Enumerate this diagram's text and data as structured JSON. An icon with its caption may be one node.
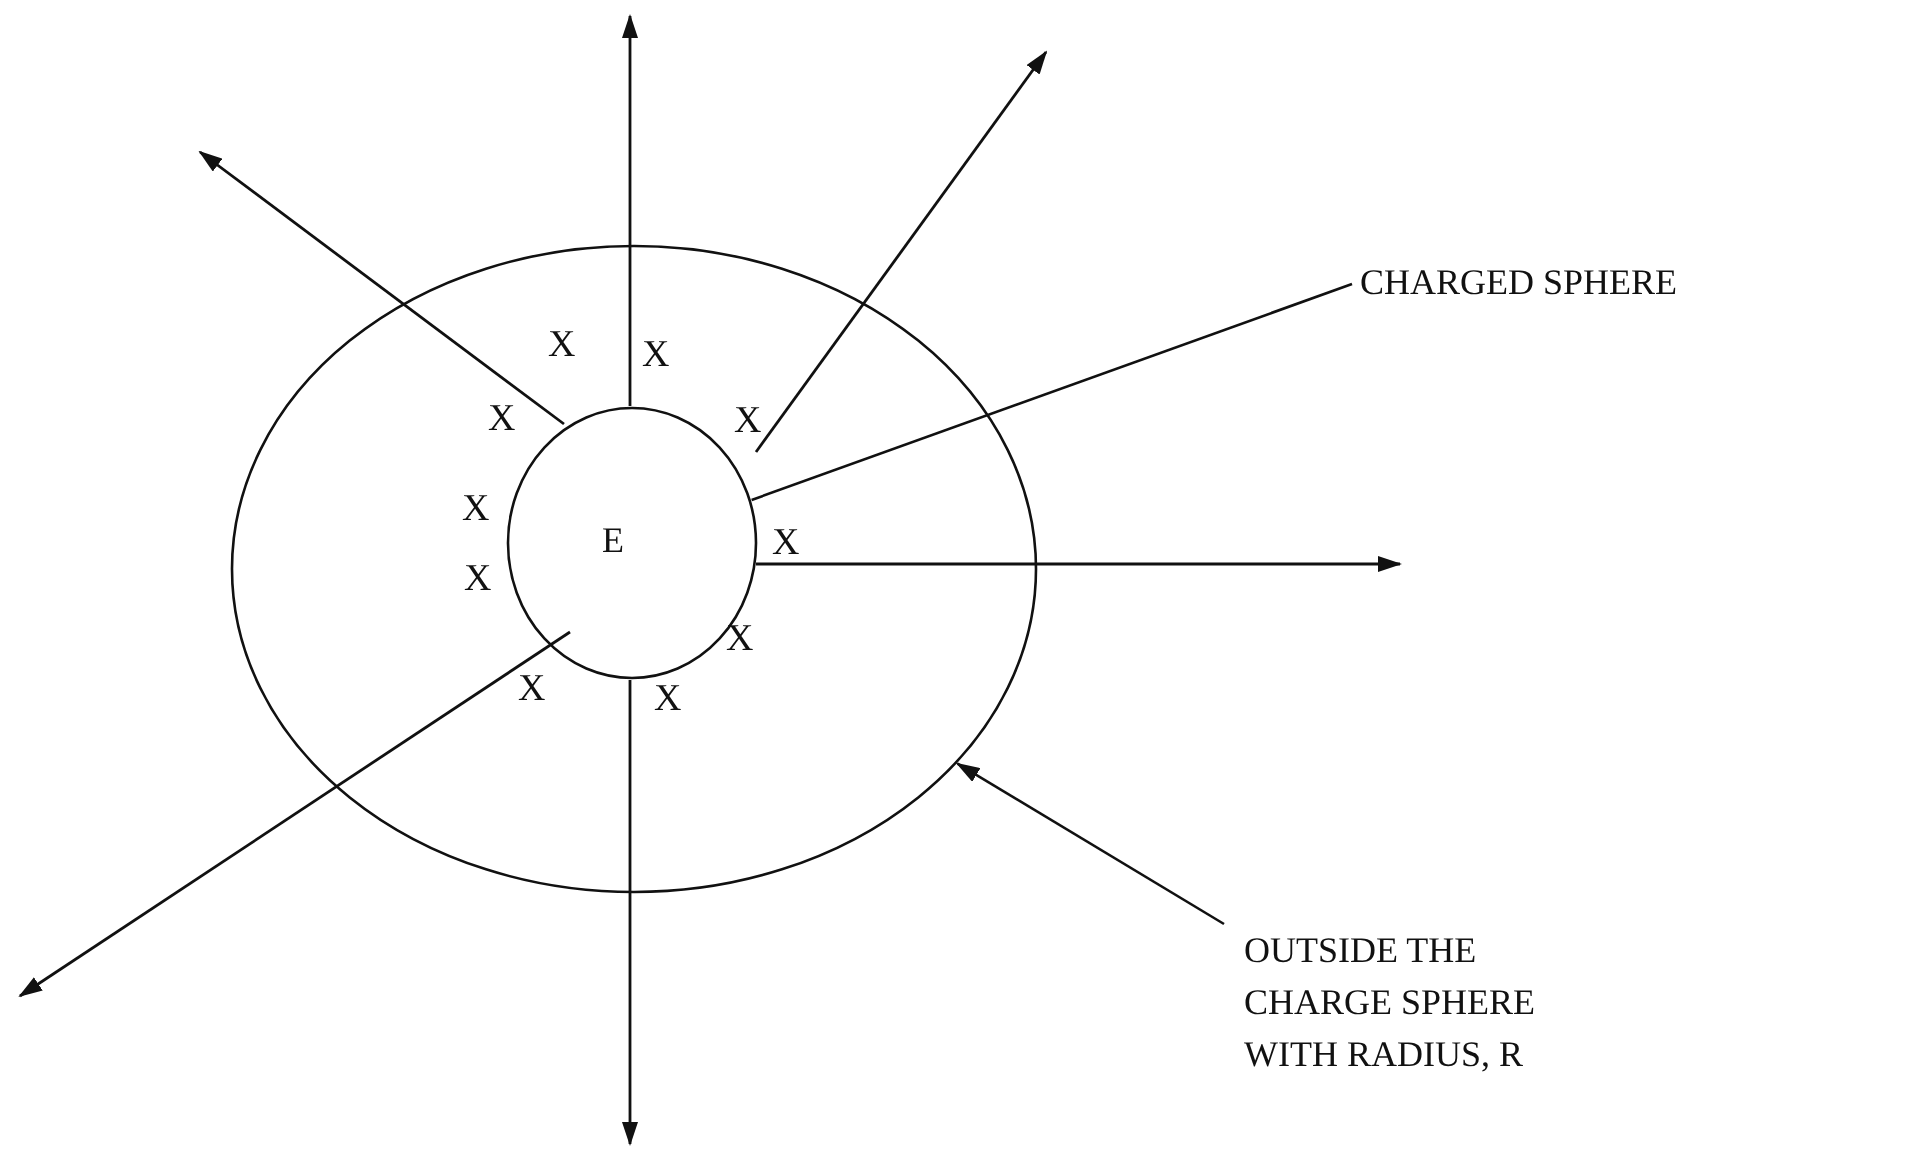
{
  "diagram": {
    "nodes": [
      {
        "text": [],
        "shape": "circle"
      },
      {
        "text": [
          "E"
        ],
        "in": 0
      },
      {
        "text": [
          "CHARGED SPHERE"
        ]
      },
      {
        "text": [
          "OUTSIDE THE CHARGE SPHERE WITH RADIUS, R"
        ]
      }
    ],
    "edges": [
      {
        "from": 2,
        "to": 1,
        "arrow": "none"
      },
      {
        "from": 3,
        "to": 0,
        "arrow": "to"
      }
    ],
    "labels": [
      "X",
      "X",
      "X",
      "X",
      "X",
      "X",
      "X",
      "X",
      "X",
      "X"
    ]
  }
}
